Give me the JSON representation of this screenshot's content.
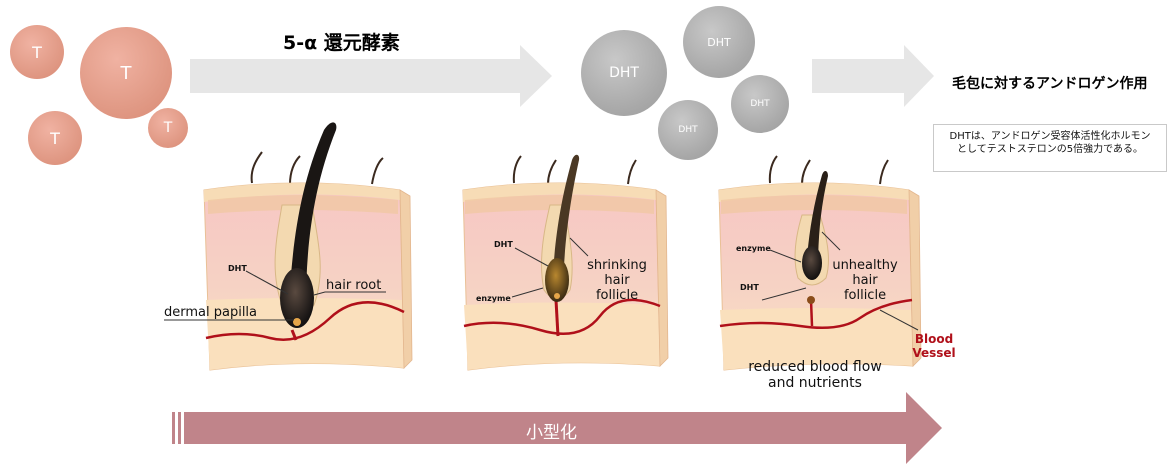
{
  "testosterone": {
    "label": "T"
  },
  "conversion": {
    "enzyme_label": "5-α 還元酵素"
  },
  "dht_cluster": {
    "label": "DHT"
  },
  "androgen_action": {
    "title": "毛包に対するアンドロゲン作用"
  },
  "note": {
    "line1": "DHTは、アンドロゲン受容体活性化ホルモン",
    "line2": "としてテストステロンの5倍強力である。"
  },
  "panel1": {
    "dht": "DHT",
    "hair_root": "hair root",
    "dermal_papilla": "dermal papilla"
  },
  "panel2": {
    "dht": "DHT",
    "enzyme": "enzyme",
    "follicle_line1": "shrinking",
    "follicle_line2": "hair",
    "follicle_line3": "follicle"
  },
  "panel3": {
    "enzyme": "enzyme",
    "dht": "DHT",
    "follicle_line1": "unhealthy",
    "follicle_line2": "hair",
    "follicle_line3": "follicle",
    "vessel_line1": "Blood",
    "vessel_line2": "Vessel",
    "flow_line1": "reduced blood flow",
    "flow_line2": "and nutrients"
  },
  "miniaturization": {
    "label": "小型化"
  },
  "colors": {
    "testosterone": "#e29c88",
    "dht": "#a8a8a8",
    "arrow": "#e6e6e6",
    "bottom_arrow": "#c0848a",
    "skin": "#f8d9b0",
    "dermis_pink": "#f2b7bd",
    "vessel": "#b0101a"
  }
}
